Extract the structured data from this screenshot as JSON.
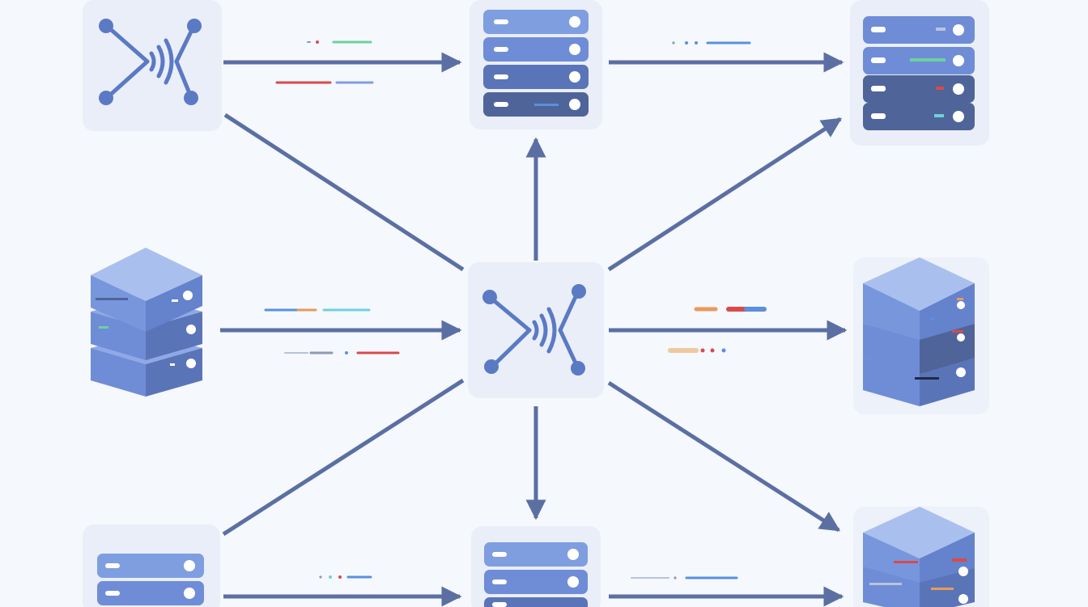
{
  "diagram": {
    "kind": "network-topology",
    "text_labels": [],
    "colors": {
      "background": "#f5f8fc",
      "tile": "#e9eef8",
      "arrow": "#5b6fa3",
      "rack_dark": "#4f6499",
      "rack_light": "#7f9ee0",
      "cube_top": "#8fa9e6",
      "cube_front": "#6f8dd6",
      "cube_side": "#5a74b8",
      "led": "#ffffff",
      "accent_green": "#6fd0a0",
      "accent_red": "#d94a4a",
      "accent_orange": "#e89a5a",
      "accent_cyan": "#6fd0e0",
      "accent_blue": "#5b8fe0"
    },
    "nodes": [
      {
        "id": "router-top-left",
        "icon": "network-switch-icon"
      },
      {
        "id": "server-top-center",
        "icon": "server-rack-icon"
      },
      {
        "id": "server-top-right",
        "icon": "server-rack-icon"
      },
      {
        "id": "server-mid-left",
        "icon": "server-cube-icon"
      },
      {
        "id": "router-center",
        "icon": "network-switch-icon"
      },
      {
        "id": "server-mid-right",
        "icon": "server-cube-icon"
      },
      {
        "id": "server-bottom-left",
        "icon": "server-rack-icon"
      },
      {
        "id": "server-bottom-center",
        "icon": "server-rack-icon"
      },
      {
        "id": "server-bottom-right",
        "icon": "server-cube-icon"
      }
    ],
    "edges": [
      {
        "from": "router-top-left",
        "to": "server-top-center"
      },
      {
        "from": "server-top-center",
        "to": "server-top-right"
      },
      {
        "from": "router-top-left",
        "to": "router-center"
      },
      {
        "from": "router-center",
        "to": "server-top-center"
      },
      {
        "from": "router-center",
        "to": "server-top-right"
      },
      {
        "from": "server-mid-left",
        "to": "router-center"
      },
      {
        "from": "router-center",
        "to": "server-mid-right"
      },
      {
        "from": "server-bottom-left",
        "to": "router-center"
      },
      {
        "from": "router-center",
        "to": "server-bottom-center"
      },
      {
        "from": "router-center",
        "to": "server-bottom-right"
      },
      {
        "from": "server-bottom-left",
        "to": "server-bottom-center"
      },
      {
        "from": "server-bottom-center",
        "to": "server-bottom-right"
      }
    ]
  }
}
